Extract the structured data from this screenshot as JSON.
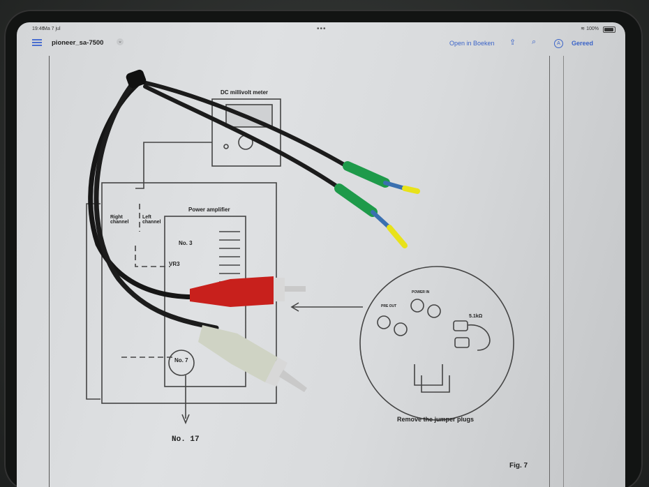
{
  "status_bar": {
    "time": "19:46",
    "date": "Ma 7 jul",
    "battery": "100%"
  },
  "nav_bar": {
    "document_title": "pioneer_sa-7500",
    "open_in_books": "Open in Boeken",
    "done": "Gereed"
  },
  "figure": {
    "meter_label": "DC millivolt meter",
    "power_amp_label": "Power amplifier",
    "right_channel": "Right\nchannel",
    "left_channel": "Left\nchannel",
    "no3": "No. 3",
    "vr3": "VR3",
    "no7": "No. 7",
    "no17": "No. 17",
    "pre_out": "PRE OUT",
    "power_in": "POWER IN",
    "resistor": "5.1kΩ",
    "caption": "Remove the jumper plugs",
    "fig": "Fig. 7"
  },
  "colors": {
    "accent": "#3b64c8",
    "cable_red": "#c8201c",
    "cable_white": "#cfd3c4",
    "heatshrink": "#1e9a4a",
    "tip_yellow": "#e8e21a"
  },
  "icons": [
    "list-icon",
    "chevron-down-icon",
    "share-icon",
    "search-icon",
    "markup-icon",
    "wifi-icon",
    "battery-icon"
  ]
}
